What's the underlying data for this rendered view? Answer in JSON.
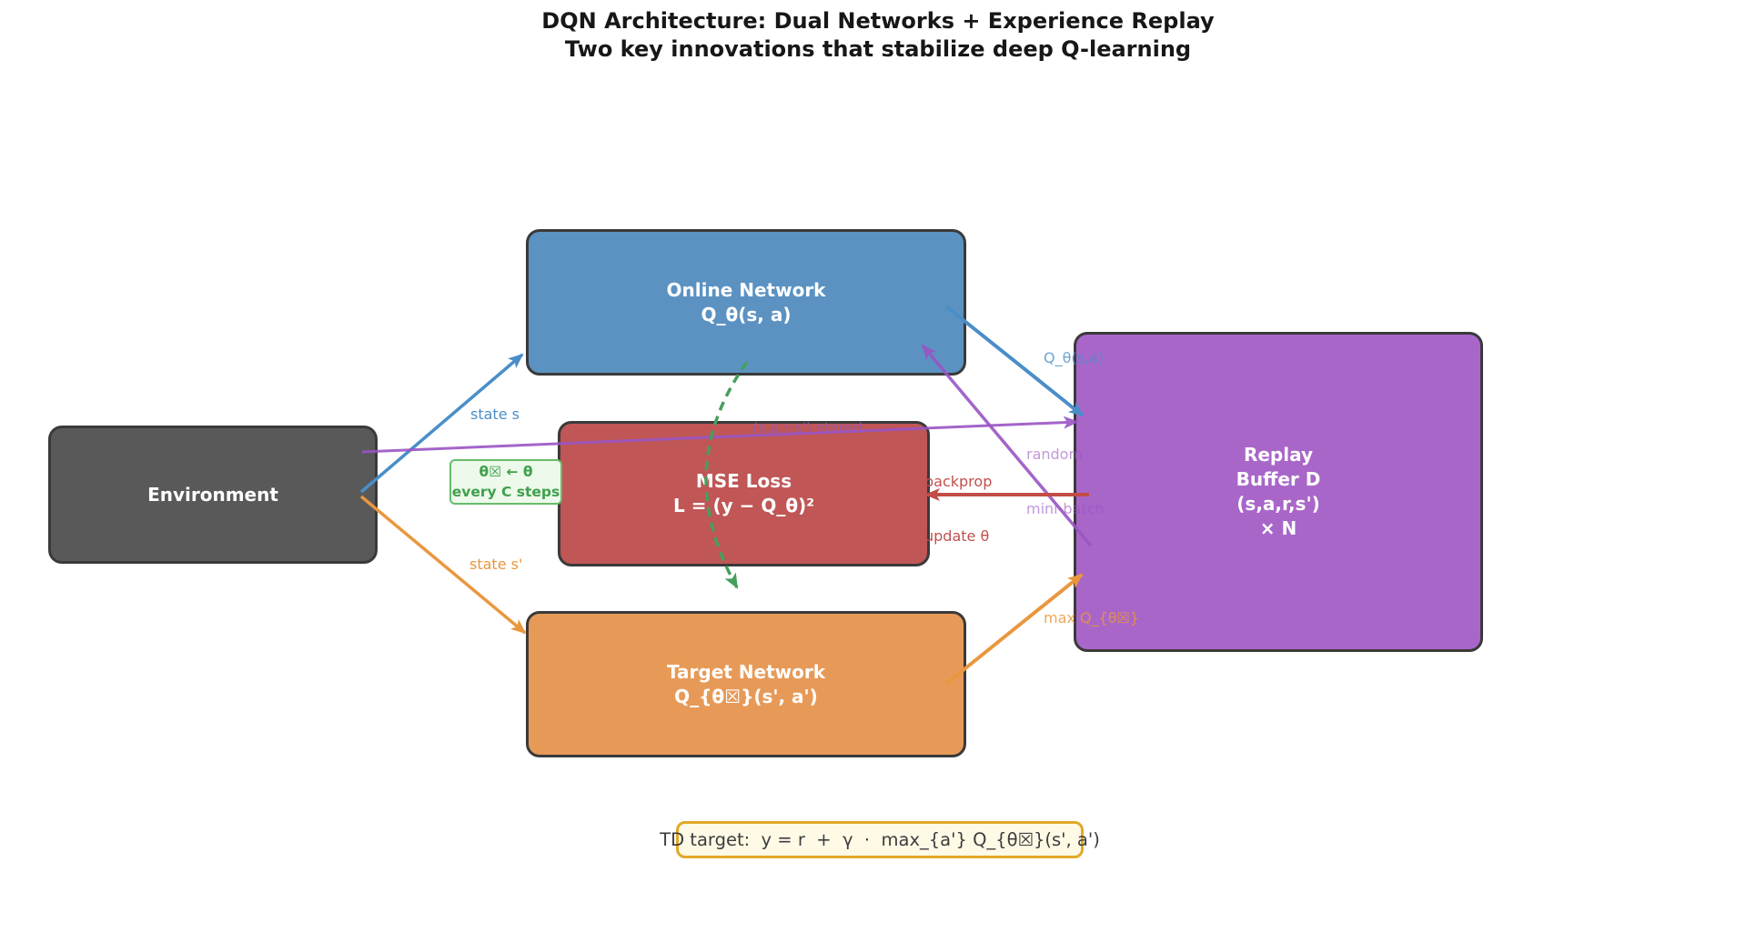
{
  "title": {
    "line1": "DQN Architecture: Dual Networks + Experience Replay",
    "line2": "Two key innovations that stabilize deep Q-learning"
  },
  "nodes": {
    "environment": {
      "label": "Environment"
    },
    "online_network": {
      "line1": "Online Network",
      "line2": "Q_θ(s, a)"
    },
    "mse_loss": {
      "line1": "MSE Loss",
      "line2": "L = (y − Q_θ)²"
    },
    "target_network": {
      "line1": "Target Network",
      "line2": "Q_{θ☒}(s', a')"
    },
    "replay_buffer": {
      "line1": "Replay",
      "line2": "Buffer D",
      "line3": "(s,a,r,s')",
      "line4": "× N"
    }
  },
  "callout": {
    "line1": "θ☒ ← θ",
    "line2": "every C steps"
  },
  "arrow_labels": {
    "state_s": "state s",
    "state_s_prime": "state s'",
    "q_theta_sa": "Q_θ(s,a)",
    "stored": "(s,a,r,s') stored",
    "random_line1": "random",
    "random_line2": "mini-batch",
    "backprop_line1": "backprop",
    "backprop_line2": "update θ",
    "max_q": "max Q_{θ☒}"
  },
  "formula": "TD target:  y = r  +  γ  ·  max_{a'} Q_{θ☒}(s', a')",
  "colors": {
    "environment_fill": "#595959",
    "online_fill": "#5b92c2",
    "mse_fill": "#c05656",
    "target_fill": "#e79a58",
    "replay_fill": "#a966c9",
    "node_border": "#3a3a3a",
    "blue_arrow": "#4a8ec8",
    "orange_arrow": "#e9973f",
    "purple_arrow": "#9a55c4",
    "red_arrow": "#c24d46",
    "green_dashed": "#44a05c",
    "callout_border": "#67bd6b",
    "callout_text": "#3fa04d",
    "formula_border": "#e2a927",
    "title_text": "#171717"
  }
}
